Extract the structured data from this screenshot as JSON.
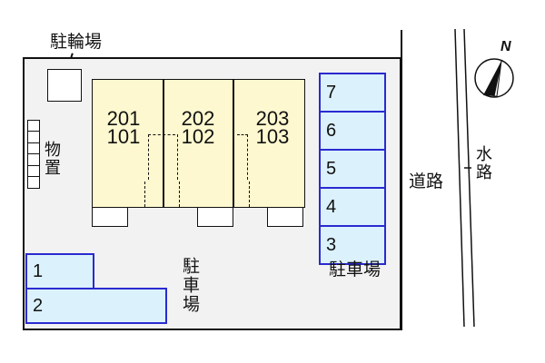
{
  "labels": {
    "bicycle_parking": "駐輪場",
    "storage": "物置",
    "parking_right": "駐車場",
    "parking_center": "駐車場",
    "road": "道路",
    "waterway": "水路",
    "north": "N"
  },
  "units": [
    {
      "upper": "201",
      "lower": "101"
    },
    {
      "upper": "202",
      "lower": "102"
    },
    {
      "upper": "203",
      "lower": "103"
    }
  ],
  "parking_spaces": {
    "right_column": [
      "7",
      "6",
      "5",
      "4",
      "3"
    ],
    "bottom_left": [
      "1",
      "2"
    ]
  },
  "colors": {
    "building_fill": "#fdf8cf",
    "parking_fill": "#dbf1fc",
    "parking_border": "#2a2ad0",
    "lot_fill": "#f2f2f2"
  }
}
